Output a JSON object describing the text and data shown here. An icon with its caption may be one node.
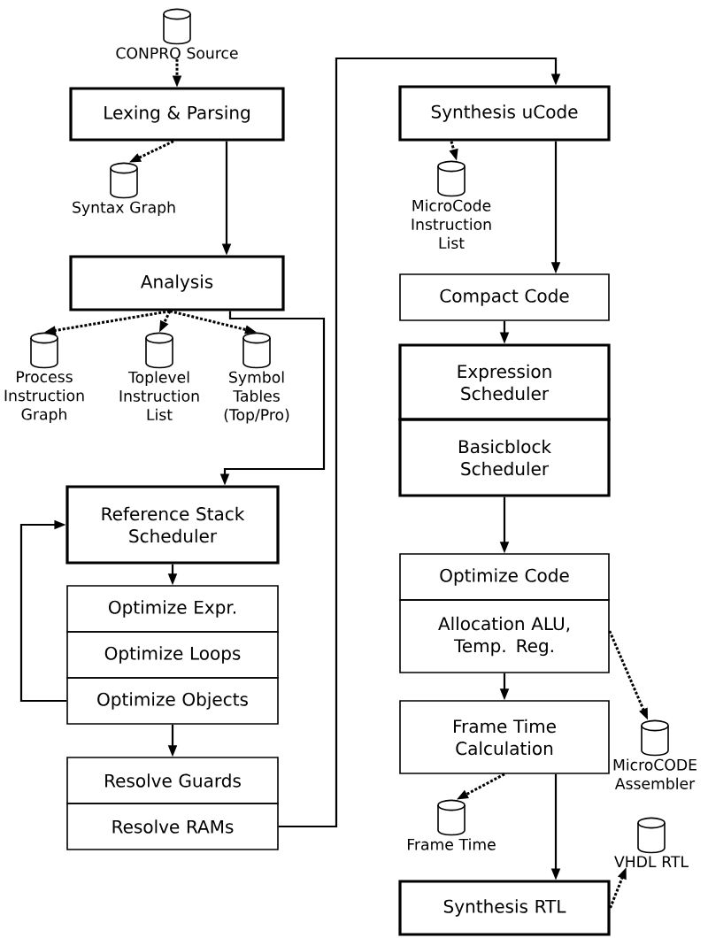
{
  "diagram": {
    "nodes": [
      {
        "text": [],
        "shape": "cylinder",
        "beside": [
          "CONPRO Source"
        ]
      },
      {
        "text": [
          "Lexing & Parsing"
        ]
      },
      {
        "text": [],
        "shape": "cylinder",
        "beside": [
          "Syntax Graph"
        ]
      },
      {
        "text": [
          "Analysis"
        ]
      },
      {
        "text": [],
        "shape": "cylinder",
        "beside": [
          "Process Instruction Graph"
        ]
      },
      {
        "text": [],
        "shape": "cylinder",
        "beside": [
          "Toplevel Instruction List"
        ]
      },
      {
        "text": [],
        "shape": "cylinder",
        "beside": [
          "Symbol Tables (Top/Pro)"
        ]
      },
      {
        "text": [
          "Reference Stack Scheduler"
        ]
      },
      {
        "text": [
          "Optimize Expr."
        ]
      },
      {
        "text": [
          "Optimize Loops"
        ]
      },
      {
        "text": [
          "Optimize Objects"
        ]
      },
      {
        "text": [
          "Resolve Guards"
        ]
      },
      {
        "text": [
          "Resolve RAMs"
        ]
      },
      {
        "text": [
          "Synthesis uCode"
        ]
      },
      {
        "text": [],
        "shape": "cylinder",
        "beside": [
          "MicroCode Instruction List"
        ]
      },
      {
        "text": [
          "Compact Code"
        ]
      },
      {
        "text": [
          "Expression Scheduler"
        ]
      },
      {
        "text": [
          "Basicblock Scheduler"
        ]
      },
      {
        "text": [
          "Optimize Code"
        ]
      },
      {
        "text": [
          "Allocation ALU, Temp. Reg."
        ]
      },
      {
        "text": [
          "Frame Time Calculation"
        ]
      },
      {
        "text": [],
        "shape": "cylinder",
        "beside": [
          "Frame Time"
        ]
      },
      {
        "text": [],
        "shape": "cylinder",
        "beside": [
          "MicroCODE Assembler"
        ]
      },
      {
        "text": [],
        "shape": "cylinder",
        "beside": [
          "VHDL RTL"
        ]
      },
      {
        "text": [
          "Synthesis RTL"
        ]
      }
    ],
    "edges": [
      {
        "from": 0,
        "to": 1,
        "arrow": "to",
        "style": "dashed"
      },
      {
        "from": 1,
        "to": 2,
        "arrow": "to",
        "style": "dashed"
      },
      {
        "from": 1,
        "to": 3,
        "arrow": "to"
      },
      {
        "from": 3,
        "to": 4,
        "arrow": "to",
        "style": "dashed"
      },
      {
        "from": 3,
        "to": 5,
        "arrow": "to",
        "style": "dashed"
      },
      {
        "from": 3,
        "to": 6,
        "arrow": "to",
        "style": "dashed"
      },
      {
        "from": 3,
        "to": 7,
        "arrow": "to"
      },
      {
        "from": 7,
        "to": 8,
        "arrow": "to"
      },
      {
        "from": 10,
        "to": 7,
        "arrow": "to"
      },
      {
        "from": 10,
        "to": 11,
        "arrow": "to"
      },
      {
        "from": 12,
        "to": 13,
        "arrow": "to"
      },
      {
        "from": 13,
        "to": 14,
        "arrow": "to",
        "style": "dashed"
      },
      {
        "from": 13,
        "to": 15,
        "arrow": "to"
      },
      {
        "from": 15,
        "to": 16,
        "arrow": "to"
      },
      {
        "from": 17,
        "to": 18,
        "arrow": "to"
      },
      {
        "from": 19,
        "to": 20,
        "arrow": "to"
      },
      {
        "from": 19,
        "to": 22,
        "arrow": "to",
        "style": "dashed"
      },
      {
        "from": 20,
        "to": 21,
        "arrow": "to",
        "style": "dashed"
      },
      {
        "from": 20,
        "to": 24,
        "arrow": "to"
      },
      {
        "from": 24,
        "to": 23,
        "arrow": "to",
        "style": "dashed"
      }
    ]
  }
}
